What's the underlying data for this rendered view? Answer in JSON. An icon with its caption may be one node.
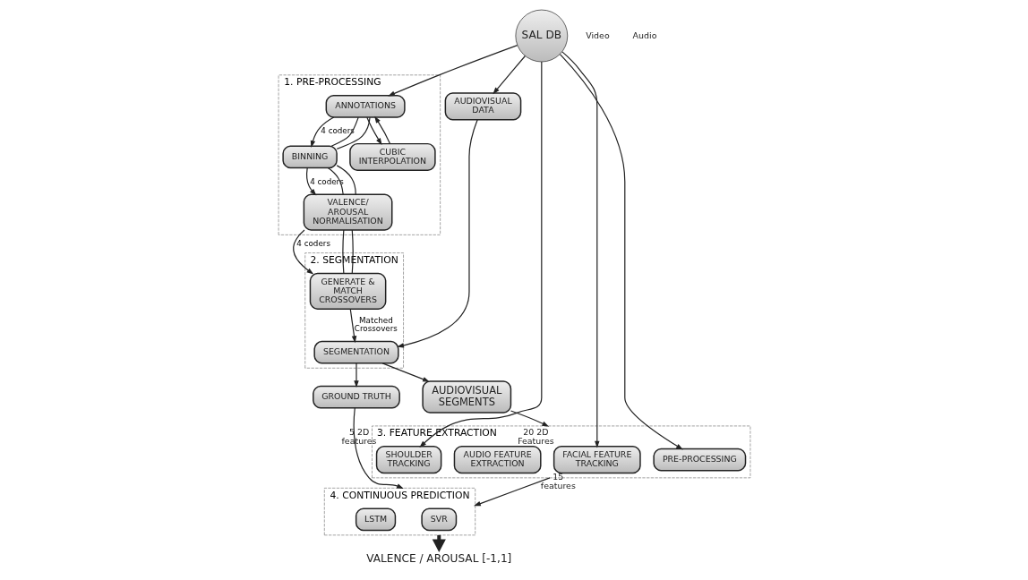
{
  "diagram": {
    "nodes": [
      {
        "text": [
          "3. FEATURE EXTRACTION"
        ]
      },
      {
        "text": [
          "FACIAL FEATURE TRACKING"
        ],
        "beside": [
          "20 2D Features"
        ],
        "in": 0
      },
      {
        "text": [
          "SHOULDER TRACKING"
        ],
        "beside": [
          "5 2D features"
        ],
        "in": 0
      },
      {
        "text": [
          "AUDIO FEATURE EXTRACTION"
        ],
        "beside": [
          "15 features"
        ],
        "in": 0
      },
      {
        "text": [
          "PRE-PROCESSING"
        ],
        "in": 0
      },
      {
        "text": [
          "4. CONTINUOUS PREDICTION"
        ]
      },
      {
        "text": [
          "SVR"
        ],
        "in": 5
      },
      {
        "text": [
          "LSTM"
        ],
        "in": 5
      },
      {
        "text": [
          "VALENCE / AROUSAL [-1,1]"
        ]
      },
      {
        "text": [
          "SAL DB"
        ]
      },
      {
        "text": [
          "AUDIOVISUAL DATA"
        ]
      },
      {
        "text": [
          "AUDIOVISUAL SEGMENTS"
        ]
      },
      {
        "text": [
          "1. PRE-PROCESSING"
        ]
      },
      {
        "text": [
          "ANNOTATIONS"
        ],
        "in": 12
      },
      {
        "text": [
          "BINNING"
        ],
        "in": 12
      },
      {
        "text": [
          "VALENCE/ AROUSAL NORMALISATION"
        ],
        "in": 12
      },
      {
        "text": [
          "CUBIC INTERPOLATION"
        ],
        "in": 12
      },
      {
        "text": [
          "2. SEGMENTATION"
        ]
      },
      {
        "text": [
          "GENERATE & MATCH CROSSOVERS"
        ],
        "in": 17
      },
      {
        "text": [
          "SEGMENTATION"
        ],
        "in": 17
      },
      {
        "text": [
          "GROUND TRUTH"
        ]
      }
    ],
    "edges": [
      {
        "from": 9,
        "to": 1,
        "arrow": "to"
      },
      {
        "from": 9,
        "to": 2,
        "arrow": "to"
      },
      {
        "from": 9,
        "to": 4,
        "arrow": "to"
      },
      {
        "from": 9,
        "to": 10,
        "arrow": "to"
      },
      {
        "from": 9,
        "to": 13,
        "arrow": "to"
      },
      {
        "from": 0,
        "to": 5,
        "arrow": "to"
      },
      {
        "from": 5,
        "to": 8,
        "arrow": "to",
        "style": "thick"
      },
      {
        "from": 13,
        "to": 14,
        "arrow": "to",
        "label": "4 coders"
      },
      {
        "from": 13,
        "to": 14,
        "arrow": "none"
      },
      {
        "from": 13,
        "to": 14,
        "arrow": "none"
      },
      {
        "from": 14,
        "to": 15,
        "arrow": "to",
        "label": "4 coders"
      },
      {
        "from": 14,
        "to": 15,
        "arrow": "none"
      },
      {
        "from": 14,
        "to": 15,
        "arrow": "none"
      },
      {
        "from": 13,
        "to": 16,
        "arrow": "to"
      },
      {
        "from": 16,
        "to": 13,
        "arrow": "to"
      },
      {
        "from": 15,
        "to": 18,
        "arrow": "to",
        "label": "4 coders"
      },
      {
        "from": 15,
        "to": 18,
        "arrow": "none"
      },
      {
        "from": 15,
        "to": 18,
        "arrow": "none"
      },
      {
        "from": 18,
        "to": 19,
        "arrow": "to",
        "label": "Matched Crossovers"
      },
      {
        "from": 10,
        "to": 19,
        "arrow": "to"
      },
      {
        "from": 19,
        "to": 11,
        "arrow": "to"
      },
      {
        "from": 19,
        "to": 20,
        "arrow": "to"
      },
      {
        "from": 20,
        "to": 5,
        "arrow": "to"
      },
      {
        "from": 11,
        "to": 0,
        "arrow": "to"
      }
    ],
    "labels": [
      "Video",
      "Audio"
    ]
  }
}
